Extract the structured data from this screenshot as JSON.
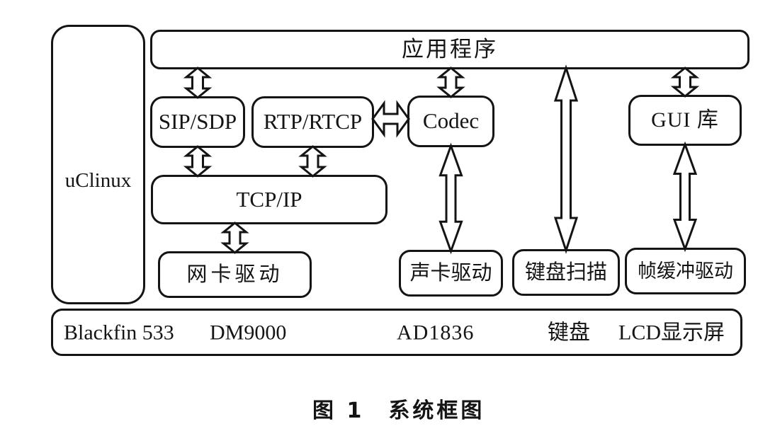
{
  "figure": {
    "caption_figure_no": "图 1",
    "caption_title": "系统框图"
  },
  "blocks": {
    "os": "uClinux",
    "application": "应用程序",
    "sip": "SIP/SDP",
    "rtp": "RTP/RTCP",
    "codec": "Codec",
    "gui": "GUI 库",
    "tcpip": "TCP/IP",
    "nic_driver": "网卡驱动",
    "sound_driver": "声卡驱动",
    "keypad_scan": "键盘扫描",
    "framebuffer_driver": "帧缓冲驱动"
  },
  "hardware": [
    "Blackfin 533",
    "DM9000",
    "AD1836",
    "键盘",
    "LCD显示屏"
  ],
  "connections": [
    {
      "from": "application",
      "to": "sip",
      "orientation": "vertical"
    },
    {
      "from": "application",
      "to": "codec",
      "orientation": "vertical"
    },
    {
      "from": "application",
      "to": "keypad_scan",
      "orientation": "vertical"
    },
    {
      "from": "application",
      "to": "gui",
      "orientation": "vertical"
    },
    {
      "from": "sip",
      "to": "tcpip",
      "orientation": "vertical"
    },
    {
      "from": "rtp",
      "to": "tcpip",
      "orientation": "vertical"
    },
    {
      "from": "rtp",
      "to": "codec",
      "orientation": "horizontal"
    },
    {
      "from": "tcpip",
      "to": "nic_driver",
      "orientation": "vertical"
    },
    {
      "from": "codec",
      "to": "sound_driver",
      "orientation": "vertical"
    },
    {
      "from": "gui",
      "to": "framebuffer_driver",
      "orientation": "vertical"
    }
  ],
  "colors": {
    "line": "#141414",
    "background": "#ffffff"
  }
}
